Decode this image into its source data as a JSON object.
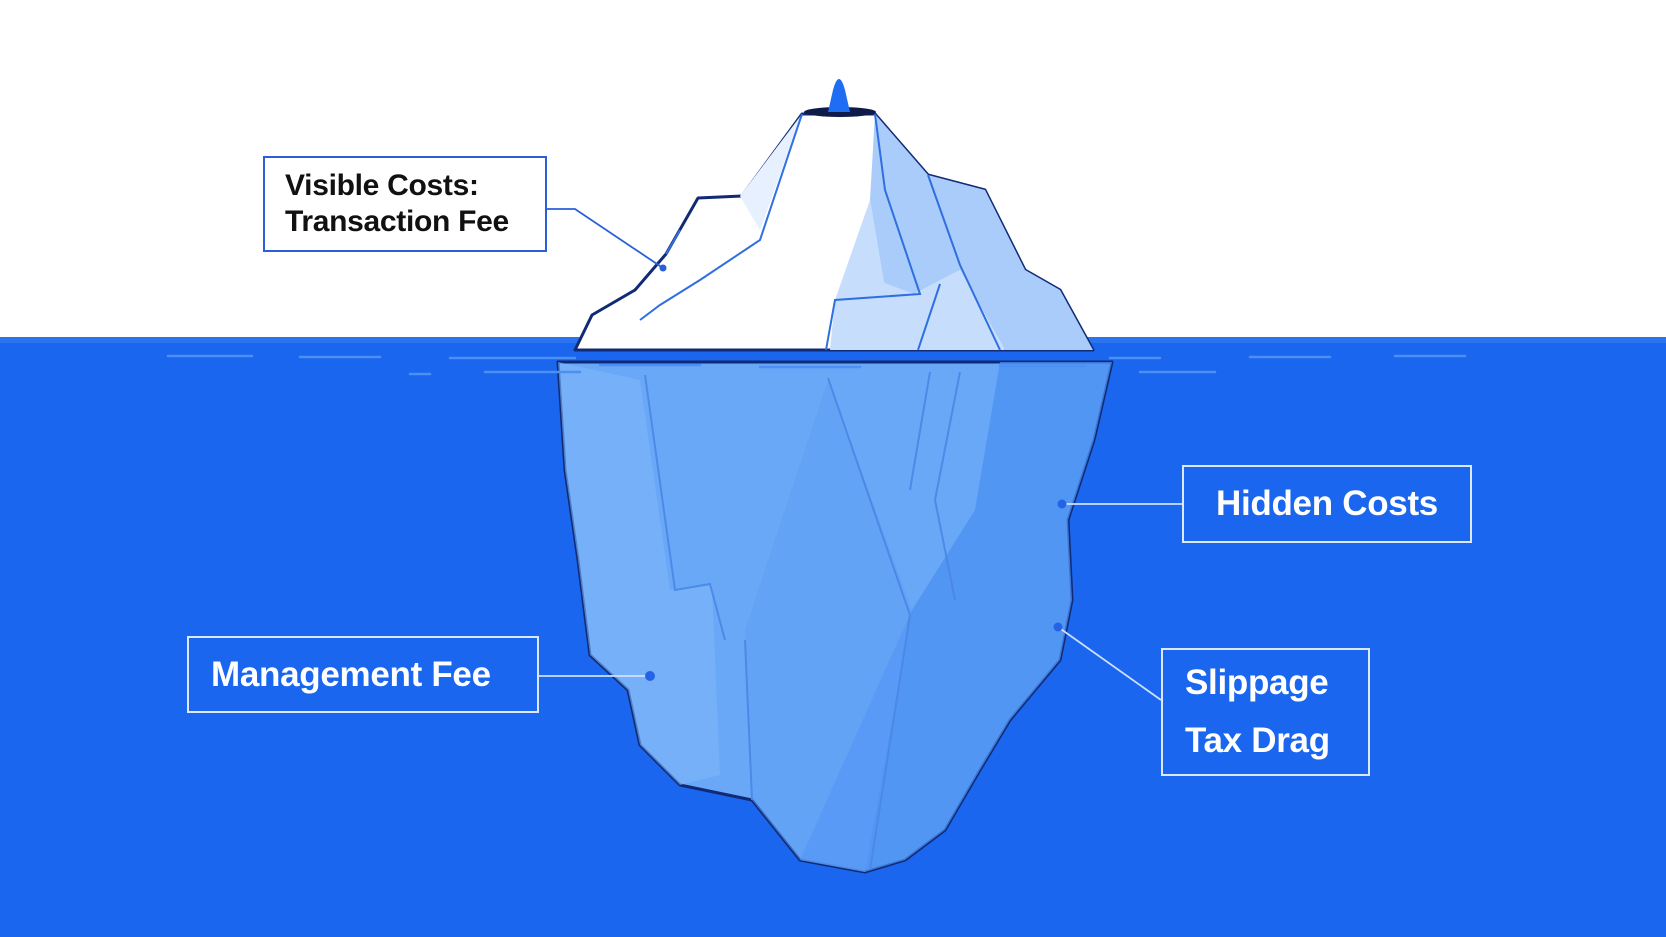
{
  "labels": {
    "visible": [
      "Visible Costs:",
      "Transaction Fee"
    ],
    "hidden": [
      "Hidden Costs"
    ],
    "management": [
      "Management Fee"
    ],
    "slippage": [
      "Slippage",
      "Tax Drag"
    ]
  },
  "colors": {
    "sky": "#ffffff",
    "water": "#1a66ee",
    "water_deep": "#1e6bf0",
    "ice_top": "#ffffff",
    "ice_shade": "#a9ccfa",
    "ice_under": "#69a8f7",
    "ice_under_shade": "#4b90f3",
    "outline": "#102a75",
    "flag": "#1f6df2",
    "label_text_dark": "#111111",
    "label_border_dark": "#2a5fd9",
    "label_border_light": "#dbe8ff"
  },
  "icons": {
    "flag": "flag-marker-icon"
  }
}
